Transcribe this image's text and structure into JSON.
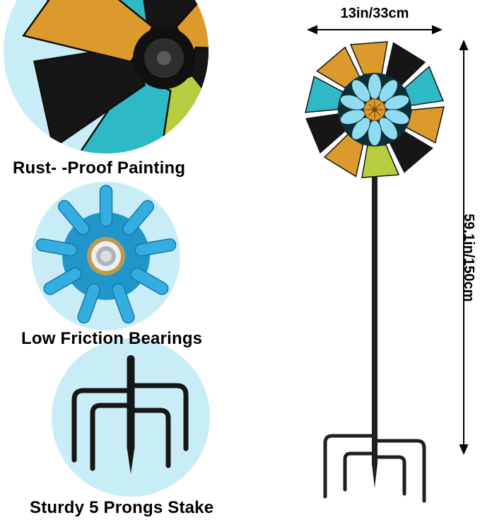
{
  "callouts": [
    {
      "id": "rust-proof",
      "label": "Rust- -Proof Painting"
    },
    {
      "id": "bearings",
      "label": "Low Friction Bearings"
    },
    {
      "id": "stake",
      "label": "Sturdy 5 Prongs Stake"
    }
  ],
  "dimensions": {
    "width_label": "13in/33cm",
    "height_label": "59.1in/150cm"
  },
  "icons": {
    "width_arrow": "horizontal-double-arrow-icon",
    "height_arrow": "vertical-double-arrow-icon"
  },
  "colors": {
    "background": "#ffffff",
    "circle": "#c9edf6",
    "teal": "#2fb9c7",
    "gold": "#dd9a2c",
    "green": "#b5cd3f",
    "blue": "#34aee0",
    "black": "#161616",
    "text": "#000000"
  }
}
